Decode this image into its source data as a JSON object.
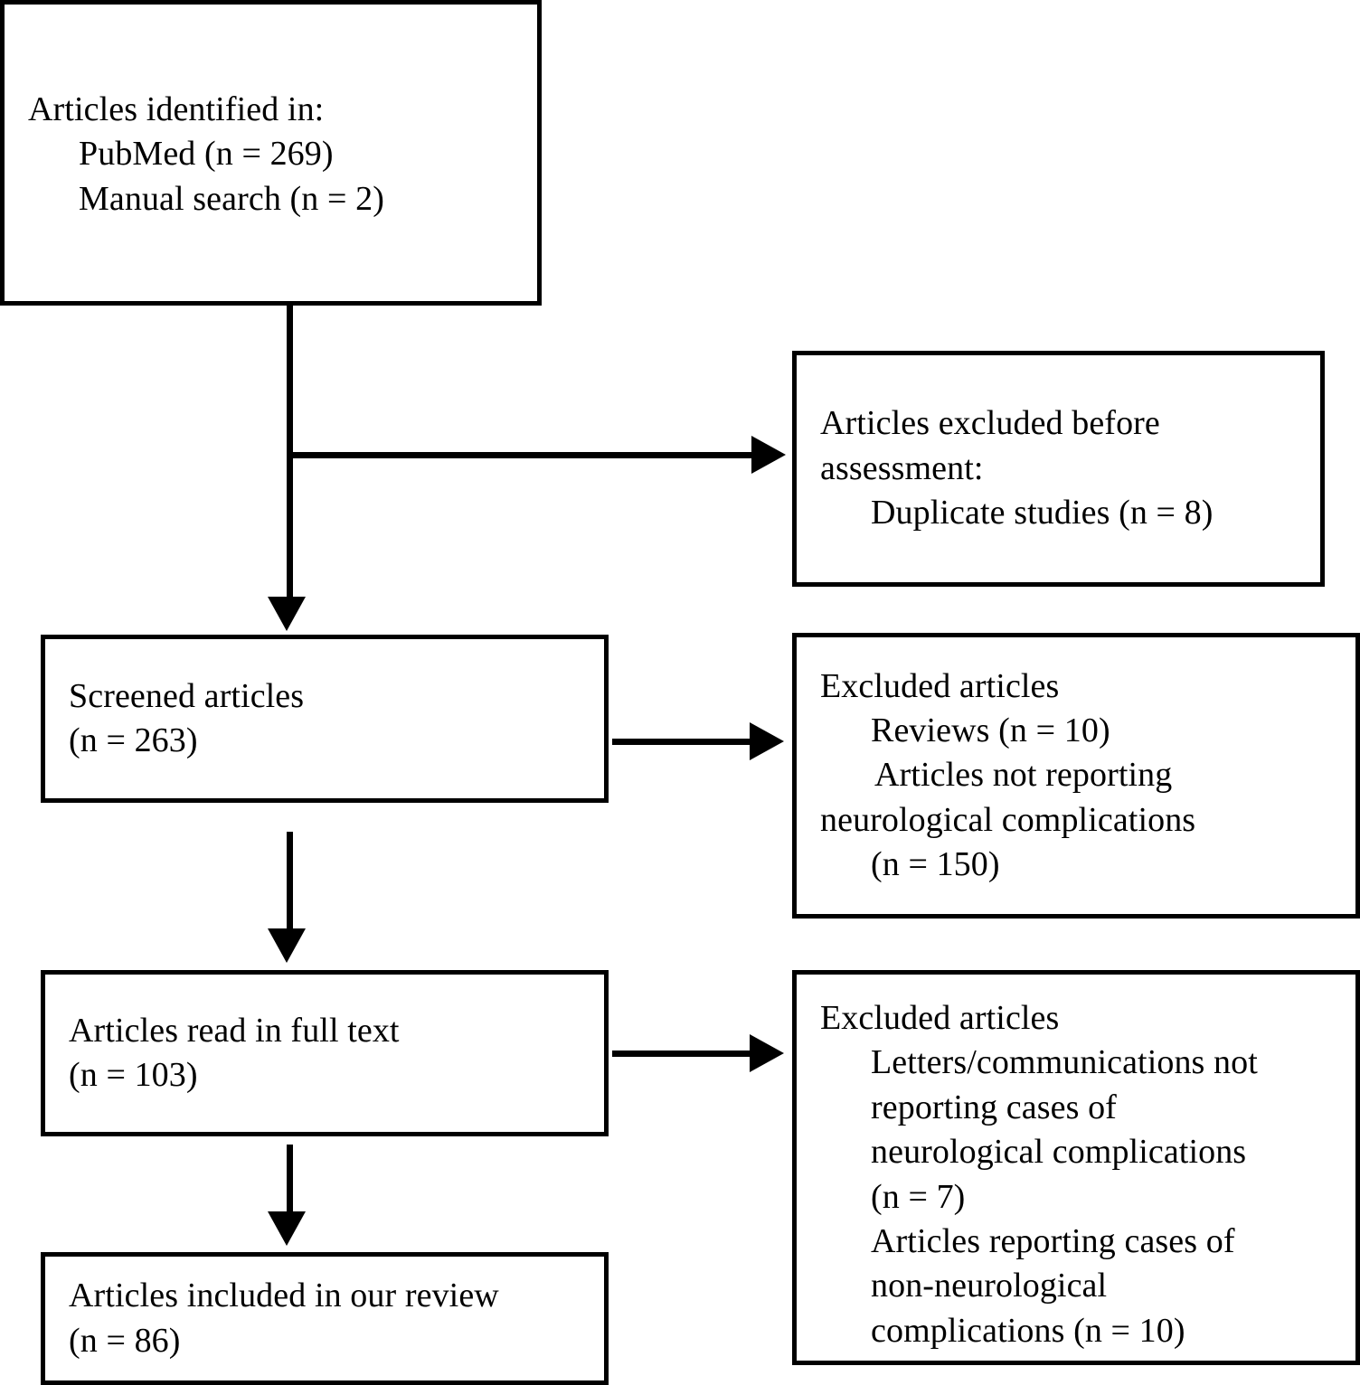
{
  "diagram": {
    "title": "PRISMA study selection flow diagram",
    "type": "flowchart",
    "line_color": "#000000",
    "background_color": "#ffffff"
  },
  "nodes": {
    "identified": {
      "name": "Articles identified in",
      "lines": [
        "Articles identified in:",
        "PubMed (n = 269)",
        "Manual search (n = 2)"
      ],
      "counts": {
        "pubmed": 269,
        "manual_search": 2
      }
    },
    "excluded_before": {
      "name": "Articles excluded before assessment",
      "lines": [
        "Articles excluded before",
        "assessment:",
        "Duplicate studies (n = 8)"
      ],
      "counts": {
        "duplicate_studies": 8
      }
    },
    "screened": {
      "name": "Screened articles",
      "lines": [
        "Screened articles",
        "(n = 263)"
      ],
      "counts": {
        "screened": 263
      }
    },
    "excluded_screening": {
      "name": "Excluded articles at screening",
      "lines": [
        "Excluded articles",
        "Reviews (n = 10)",
        "Articles not reporting",
        "neurological complications",
        "(n = 150)"
      ],
      "counts": {
        "reviews": 10,
        "not_reporting_neurological_complications": 150
      }
    },
    "full_text": {
      "name": "Articles read in full text",
      "lines": [
        "Articles read in full text",
        "(n = 103)"
      ],
      "counts": {
        "full_text": 103
      }
    },
    "excluded_full_text": {
      "name": "Excluded articles at full text",
      "lines": [
        "Excluded articles",
        "Letters/communications not",
        "reporting cases of",
        "neurological complications",
        "(n = 7)",
        "Articles reporting cases of",
        "non-neurological",
        "complications (n = 10)"
      ],
      "counts": {
        "letters_communications_not_reporting": 7,
        "non_neurological_complications": 10
      }
    },
    "included": {
      "name": "Articles included in our review",
      "lines": [
        "Articles included in our review",
        "(n = 86)"
      ],
      "counts": {
        "included": 86
      }
    }
  },
  "connectors": [
    {
      "from": "identified",
      "to": "screened",
      "direction": "down"
    },
    {
      "from": "identified",
      "to": "excluded_before",
      "direction": "right"
    },
    {
      "from": "screened",
      "to": "excluded_screening",
      "direction": "right"
    },
    {
      "from": "screened",
      "to": "full_text",
      "direction": "down"
    },
    {
      "from": "full_text",
      "to": "excluded_full_text",
      "direction": "right"
    },
    {
      "from": "full_text",
      "to": "included",
      "direction": "down"
    }
  ]
}
